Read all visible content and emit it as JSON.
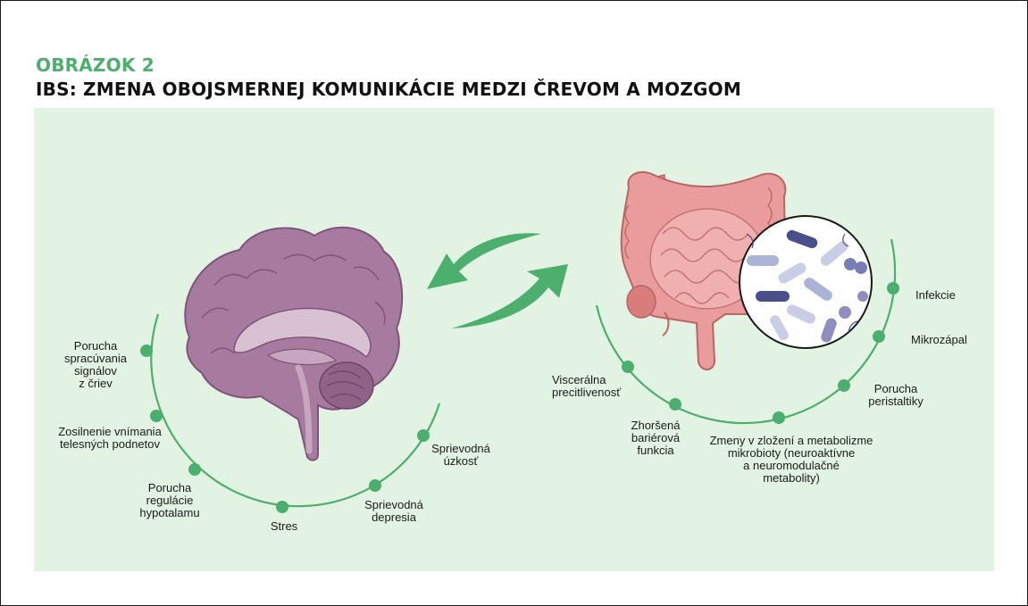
{
  "figure": {
    "label": "OBRÁZOK 2",
    "title": "IBS: ZMENA OBOJSMERNEJ KOMUNIKÁCIE MEDZI ČREVOM A MOZGOM"
  },
  "colors": {
    "accent_green": "#4caf6e",
    "panel_background": "#e3f3e3",
    "brain": "#a77a9f",
    "intestine": "#e48f8f"
  },
  "brain_factors": [
    {
      "id": "signal",
      "text": "Porucha\nspracúvania\nsignálov\nz čriev"
    },
    {
      "id": "perception",
      "text": "Zosilnenie vnímania\ntelesných podnetov"
    },
    {
      "id": "hypothalamus",
      "text": "Porucha\nregulácie\nhypotalamu"
    },
    {
      "id": "stress",
      "text": "Stres"
    },
    {
      "id": "depression",
      "text": "Sprievodná\ndepresia"
    },
    {
      "id": "anxiety",
      "text": "Sprievodná\núzkosť"
    }
  ],
  "gut_factors": [
    {
      "id": "visceral",
      "text": "Viscerálna\nprecitlivenosť"
    },
    {
      "id": "barrier",
      "text": "Zhoršená\nbariérová\nfunkcia"
    },
    {
      "id": "microbiota",
      "text": "Zmeny v zložení a metabolizme\nmikrobioty (neuroaktívne\na neuromodulačné\nmetabolity)"
    },
    {
      "id": "peristalsis",
      "text": "Porucha\nperistaltiky"
    },
    {
      "id": "microinflammation",
      "text": "Mikrozápal"
    },
    {
      "id": "infections",
      "text": "Infekcie"
    }
  ],
  "icons": [
    "brain-illustration",
    "intestine-illustration",
    "microbiota-magnifier",
    "bidirectional-arrows"
  ]
}
